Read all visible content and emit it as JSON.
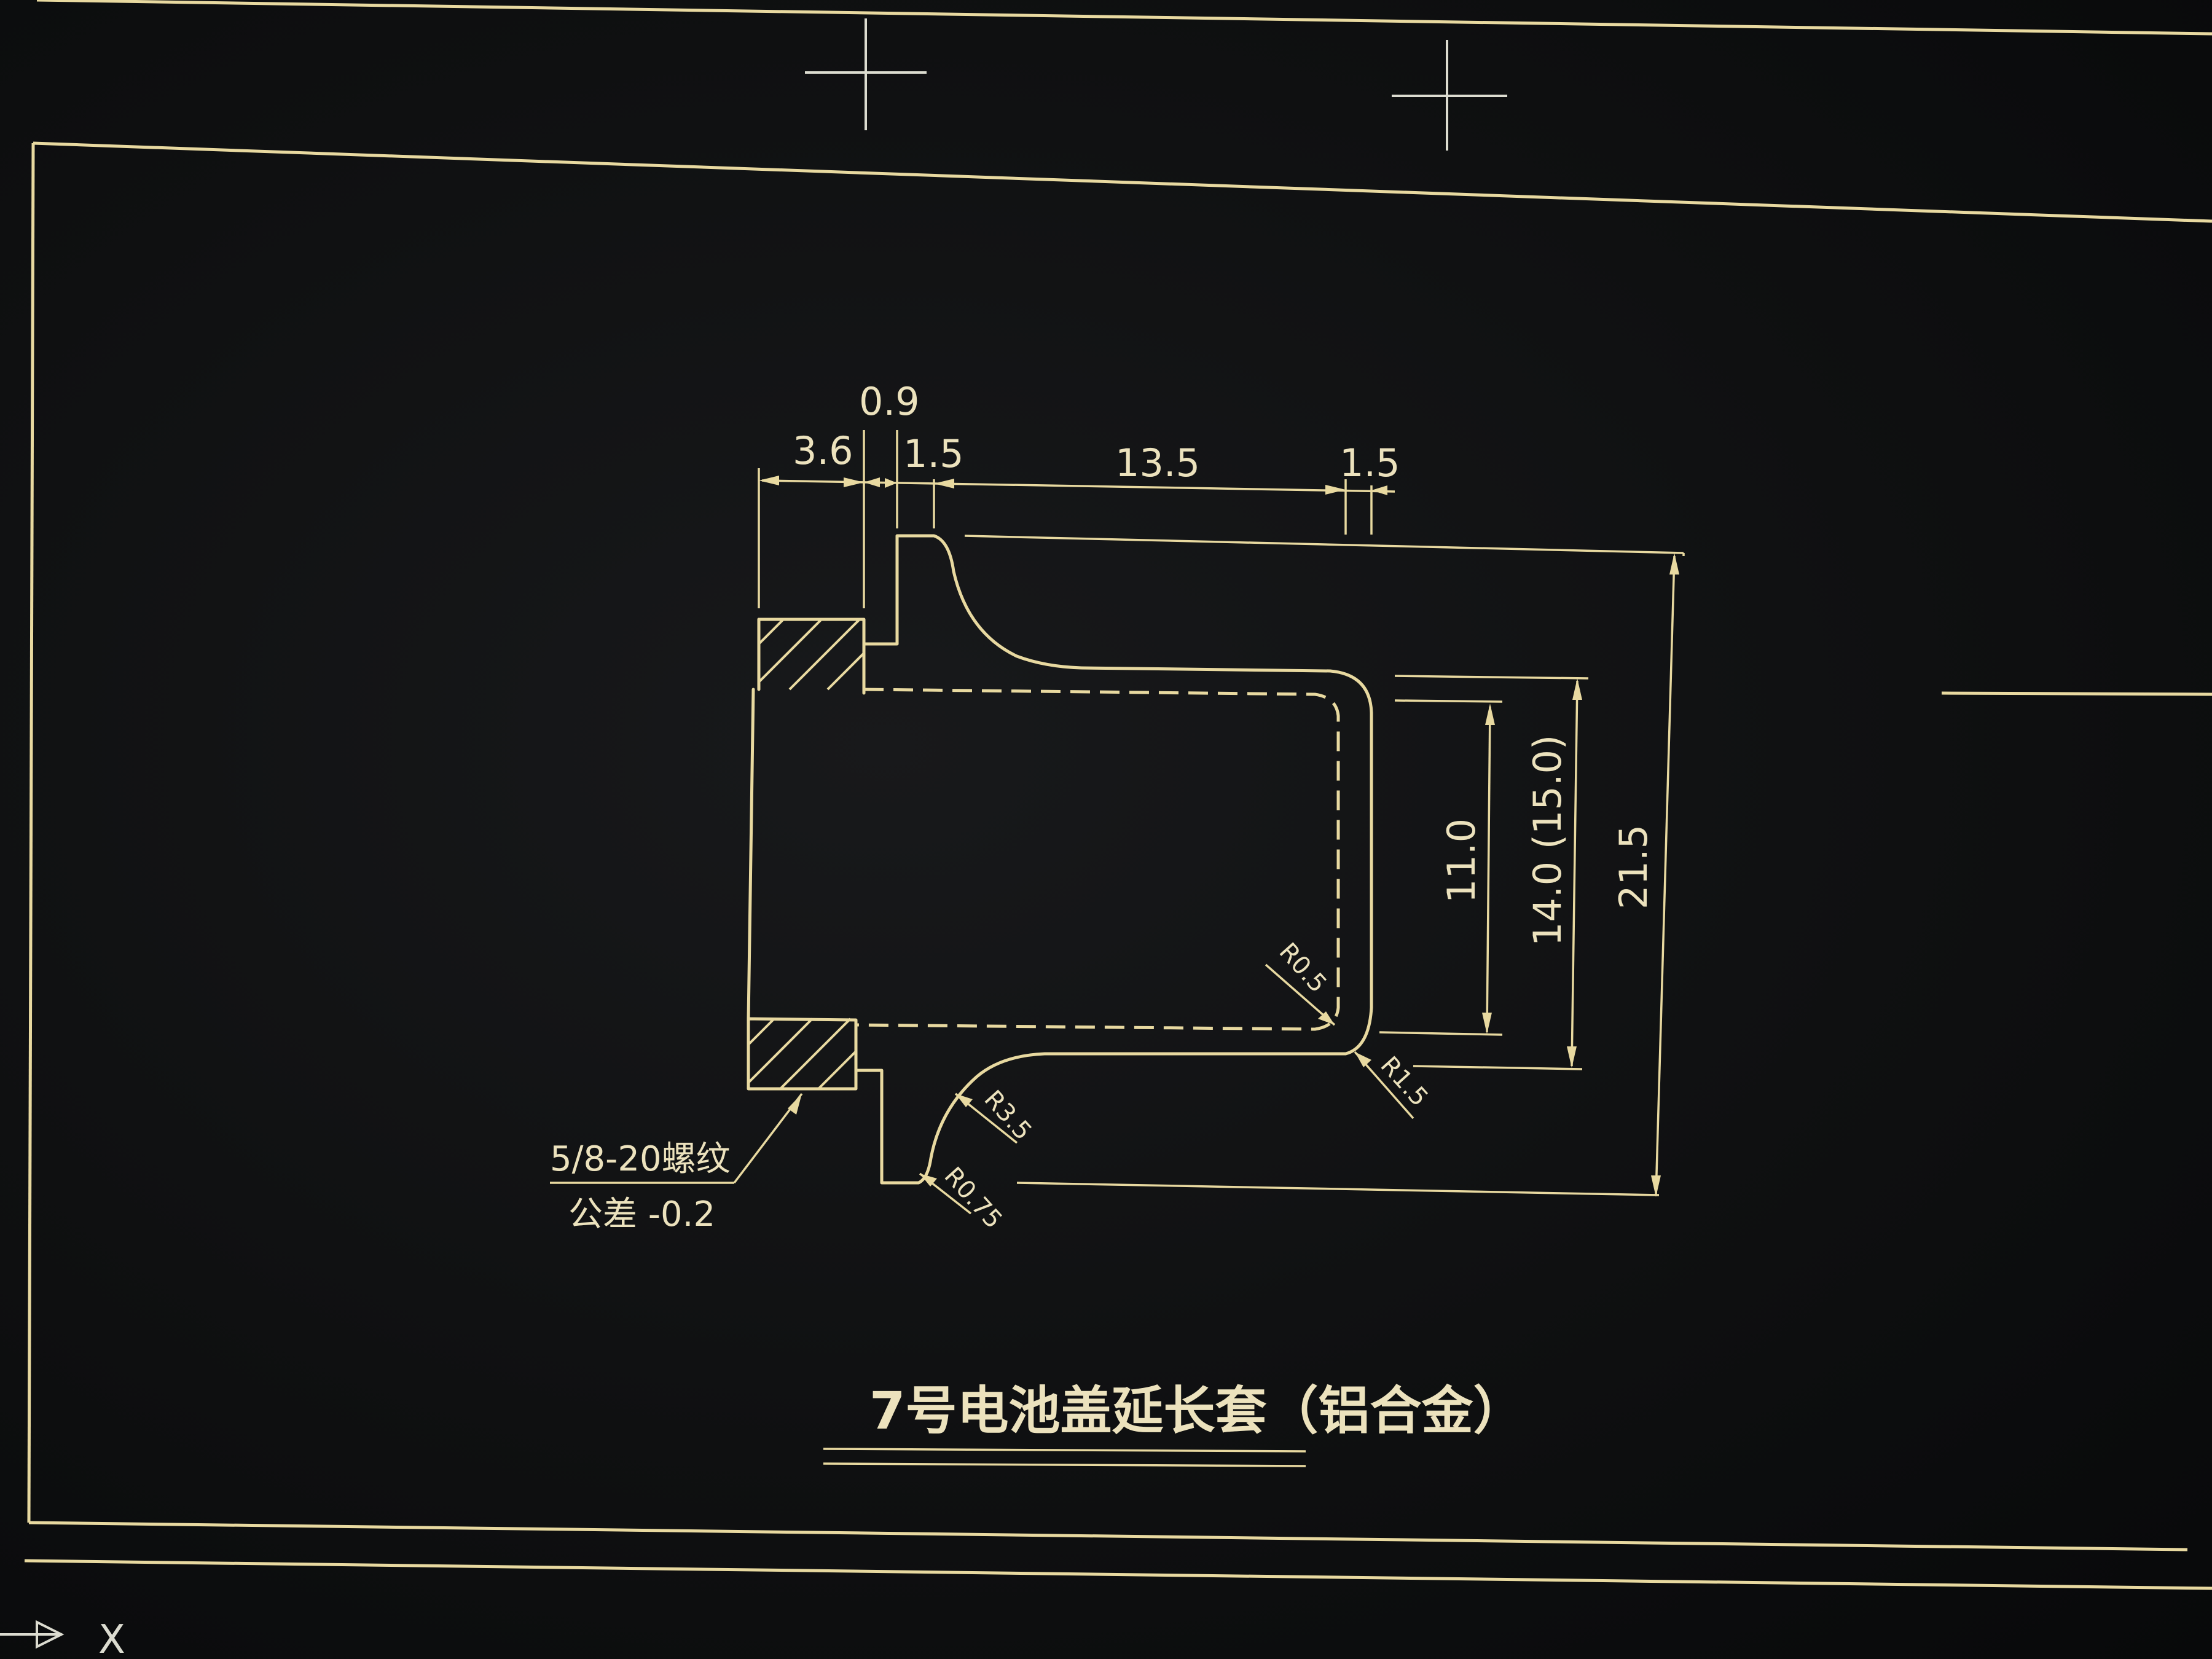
{
  "drawing": {
    "title": "7号电池盖延长套（铝合金）",
    "dimensions": {
      "d_3_6": "3.6",
      "d_0_9": "0.9",
      "d_1_5_left": "1.5",
      "d_13_5": "13.5",
      "d_1_5_right": "1.5",
      "d_11_0": "11.0",
      "d_14_0": "14.0 (15.0)",
      "d_21_5": "21.5"
    },
    "radii": {
      "r_0_5": "R0.5",
      "r_1_5": "R1.5",
      "r_3_5": "R3.5",
      "r_0_75": "R0.75"
    },
    "thread_note": {
      "line1": "5/8-20螺纹",
      "line2": "公差 -0.2"
    },
    "ucs_label": "X"
  },
  "colors": {
    "line": "#e8d9a0",
    "background": "#0f1011"
  }
}
